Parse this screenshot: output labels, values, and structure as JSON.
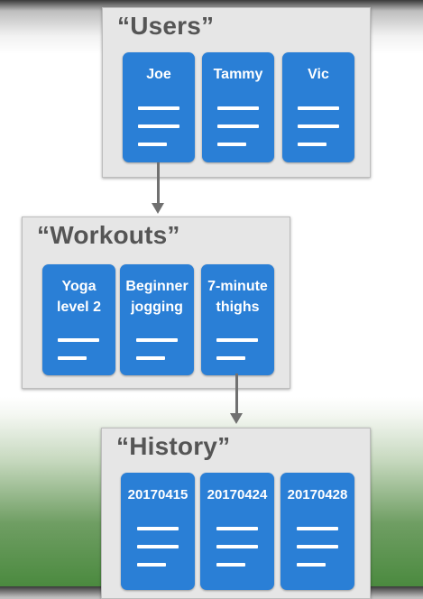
{
  "users": {
    "title": "“Users”",
    "cards": [
      {
        "label": "Joe"
      },
      {
        "label": "Tammy"
      },
      {
        "label": "Vic"
      }
    ]
  },
  "workouts": {
    "title": "“Workouts”",
    "cards": [
      {
        "label": "Yoga\nlevel 2"
      },
      {
        "label": "Beginner\njogging"
      },
      {
        "label": "7-minute\nthighs"
      }
    ]
  },
  "history": {
    "title": "“History”",
    "cards": [
      {
        "label": "20170415"
      },
      {
        "label": "20170424"
      },
      {
        "label": "20170428"
      }
    ]
  },
  "colors": {
    "card_blue": "#2a7fd6",
    "group_gray": "#e6e6e6",
    "title_gray": "#555555",
    "connector_gray": "#707070"
  }
}
